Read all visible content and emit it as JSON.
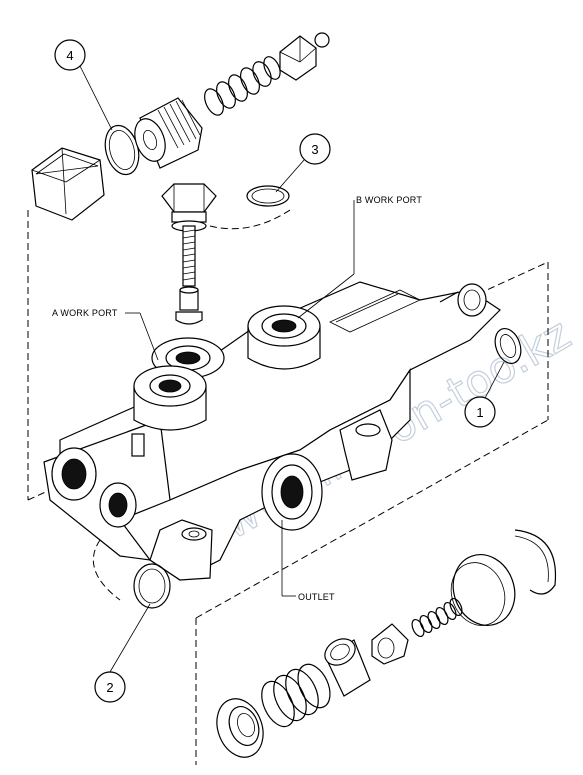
{
  "labels": {
    "b_work_port": "B WORK PORT",
    "a_work_port": "A WORK PORT",
    "outlet": "OUTLET"
  },
  "callouts": [
    "1",
    "2",
    "3",
    "4"
  ],
  "watermark": "www.sinhron-too.kz"
}
